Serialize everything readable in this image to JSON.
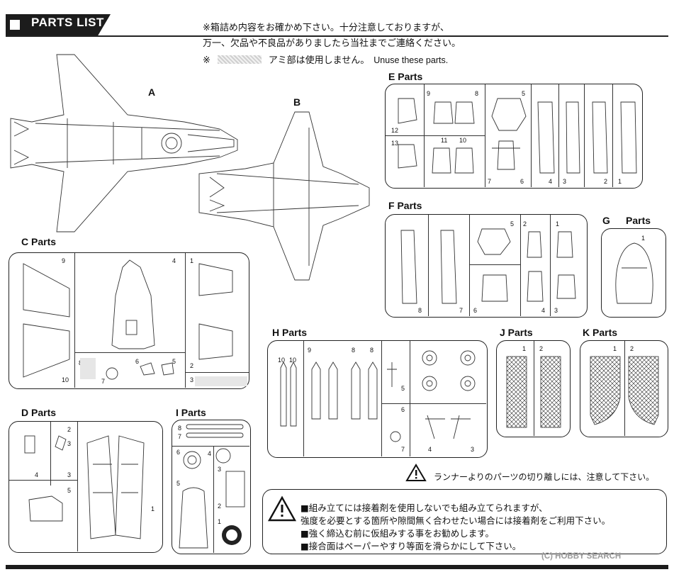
{
  "header": {
    "title": "PARTS LIST"
  },
  "notes": {
    "line1": "※箱詰め内容をお確かめ下さい。十分注意しておりますが、",
    "line2": "万一、欠品や不良品がありましたら当社までご連絡ください。",
    "unuse_prefix": "※",
    "unuse_jp": "アミ部は使用しません。",
    "unuse_en": "Unuse these parts."
  },
  "big_parts": {
    "a": "A",
    "b": "B"
  },
  "sprues": {
    "c": {
      "label": "C Parts",
      "numbers": [
        "9",
        "4",
        "1",
        "10",
        "8",
        "7",
        "6",
        "5",
        "2",
        "3"
      ]
    },
    "d": {
      "label": "D Parts",
      "numbers": [
        "2",
        "3",
        "4",
        "3",
        "5",
        "1"
      ]
    },
    "e": {
      "label": "E Parts",
      "numbers": [
        "9",
        "8",
        "5",
        "12",
        "13",
        "11",
        "10",
        "7",
        "6",
        "4",
        "3",
        "2",
        "1"
      ]
    },
    "f": {
      "label": "F Parts",
      "numbers": [
        "5",
        "2",
        "1",
        "8",
        "7",
        "6",
        "4",
        "3"
      ]
    },
    "g": {
      "label": "G",
      "label2": "Parts",
      "numbers": [
        "1"
      ]
    },
    "h": {
      "label": "H Parts",
      "numbers": [
        "10",
        "10",
        "9",
        "8",
        "8",
        "5",
        "6",
        "7",
        "4",
        "3"
      ]
    },
    "i": {
      "label": "I Parts",
      "numbers": [
        "8",
        "7",
        "6",
        "5",
        "4",
        "3",
        "2",
        "1"
      ]
    },
    "j": {
      "label": "J Parts",
      "numbers": [
        "1",
        "2"
      ]
    },
    "k": {
      "label": "K Parts",
      "numbers": [
        "1",
        "2"
      ]
    }
  },
  "caution": {
    "text": "ランナーよりのパーツの切り離しには、注意して下さい。"
  },
  "instructions": [
    "■組み立てには接着剤を使用しないでも組み立てられますが、",
    "強度を必要とする箇所や隙間無く合わせたい場合には接着剤をご利用下さい。",
    "■強く締込む前に仮組みする事をお勧めします。",
    "■接合面はペーパーやすり等面を滑らかにして下さい。"
  ],
  "watermark": "(C) HOBBY SEARCH"
}
